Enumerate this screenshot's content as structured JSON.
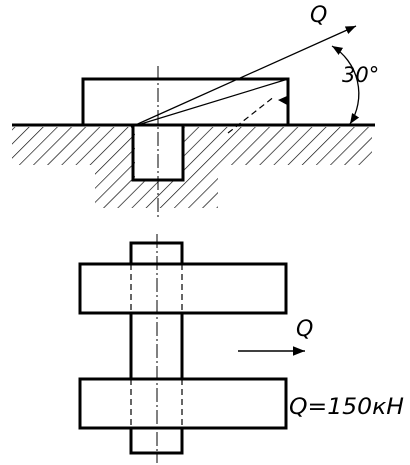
{
  "labels": {
    "force_top": "Q",
    "angle": "30°",
    "force_bottom": "Q",
    "load_value": "Q=150кН"
  },
  "colors": {
    "ink": "#000000",
    "paper": "#ffffff"
  }
}
